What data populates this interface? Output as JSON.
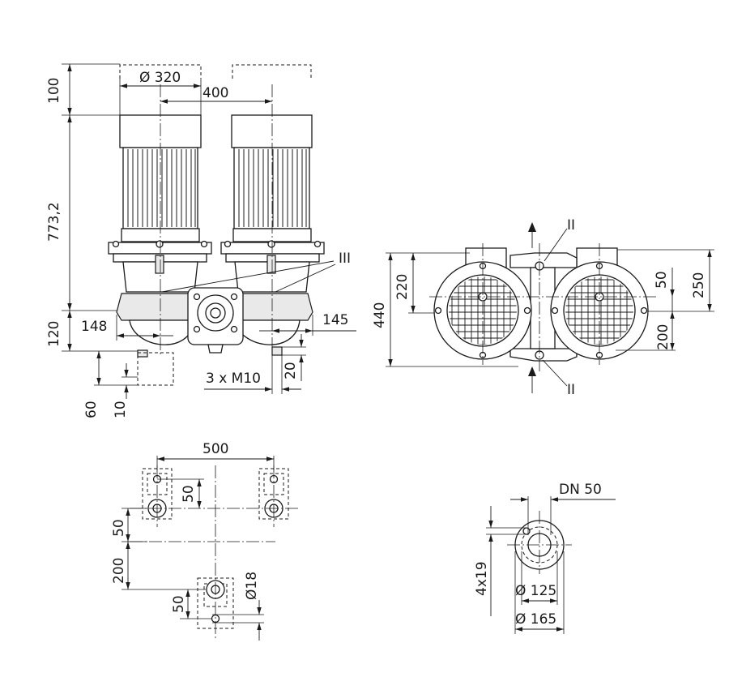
{
  "front_view": {
    "dim_motor_diameter": "Ø 320",
    "dim_axis_distance": "400",
    "dim_top_clearance": "100",
    "dim_motor_height": "773,2",
    "dim_base_height": "120",
    "dim_left_offset": "148",
    "dim_right_offset": "145",
    "dim_thread": "3 x M10",
    "dim_thread_depth": "20",
    "dim_foot_60": "60",
    "dim_foot_10": "10",
    "callout_iii": "III"
  },
  "top_view": {
    "dim_overall_depth": "440",
    "dim_220": "220",
    "dim_250": "250",
    "dim_50": "50",
    "dim_200": "200",
    "callout_ii_top": "II",
    "callout_ii_bottom": "II"
  },
  "foundation_plan": {
    "dim_width": "500",
    "dim_50_top": "50",
    "dim_50_left": "50",
    "dim_200": "200",
    "dim_50_bottom": "50",
    "dim_hole": "Ø18"
  },
  "flange_detail": {
    "dim_nominal": "DN 50",
    "dim_holes": "4x19",
    "dim_pitch_circle": "Ø 125",
    "dim_outer": "Ø 165"
  }
}
